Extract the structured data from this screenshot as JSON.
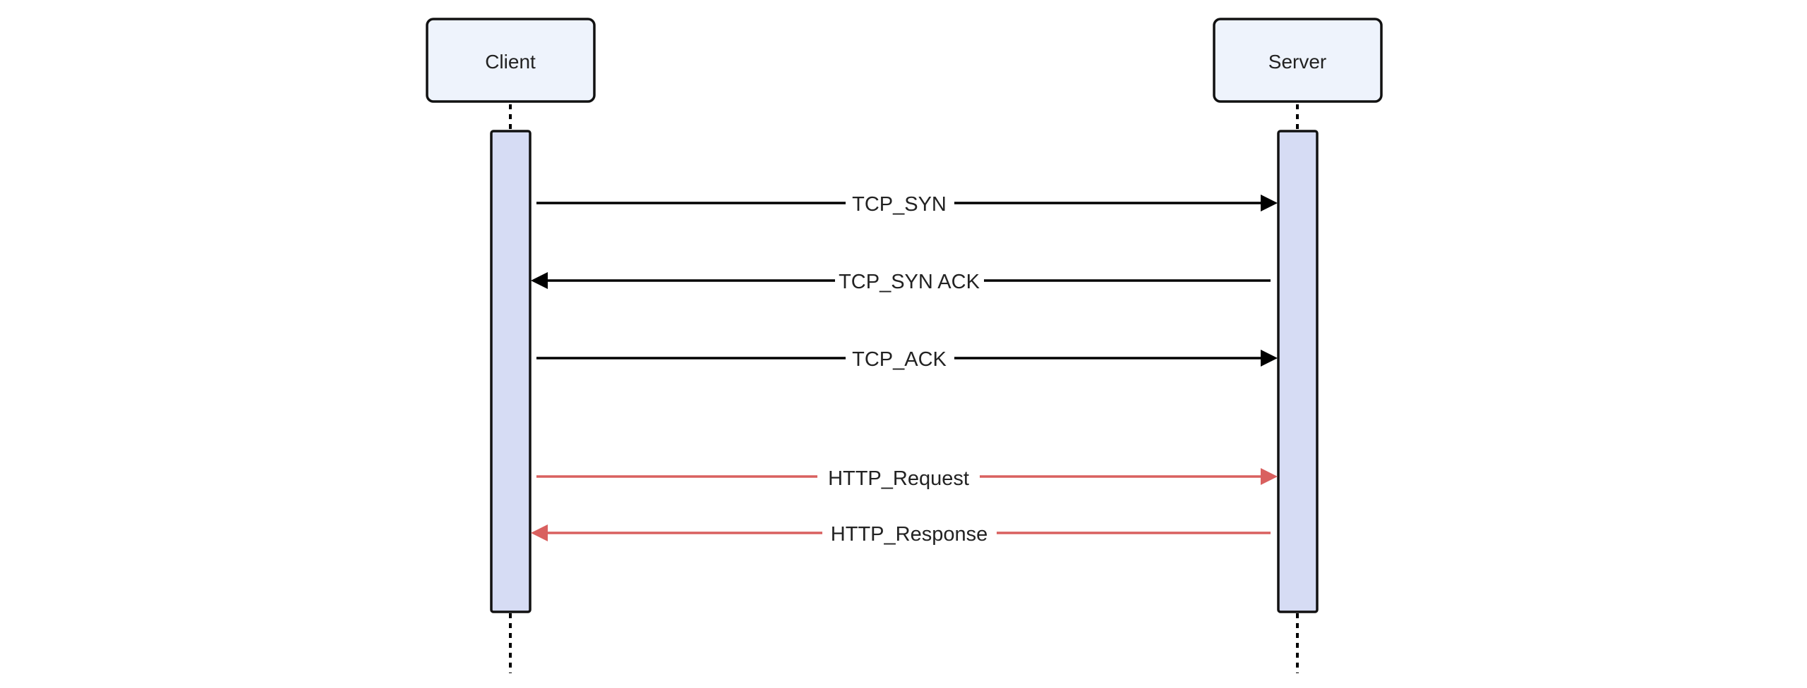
{
  "diagram": {
    "type": "sequence",
    "participants": [
      {
        "id": "client",
        "label": "Client"
      },
      {
        "id": "server",
        "label": "Server"
      }
    ],
    "messages": [
      {
        "from": "client",
        "to": "server",
        "label": "TCP_SYN",
        "color": "#000000"
      },
      {
        "from": "server",
        "to": "client",
        "label": "TCP_SYN ACK",
        "color": "#000000"
      },
      {
        "from": "client",
        "to": "server",
        "label": "TCP_ACK",
        "color": "#000000"
      },
      {
        "from": "client",
        "to": "server",
        "label": "HTTP_Request",
        "color": "#d9605f"
      },
      {
        "from": "server",
        "to": "client",
        "label": "HTTP_Response",
        "color": "#d9605f"
      }
    ]
  },
  "colors": {
    "actor_fill": "#eef3fc",
    "actor_stroke": "#111111",
    "activation_fill": "#d6dcf4",
    "activation_stroke": "#111111",
    "lifeline": "#000000",
    "sync_arrow": "#000000",
    "http_arrow": "#d9605f"
  }
}
